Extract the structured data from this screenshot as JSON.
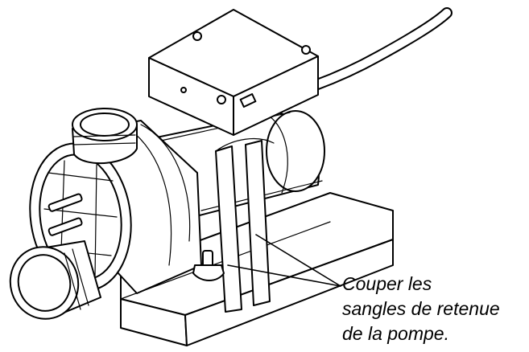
{
  "caption": {
    "lines": [
      "Couper les",
      "sangles de retenue",
      "de la pompe."
    ]
  }
}
